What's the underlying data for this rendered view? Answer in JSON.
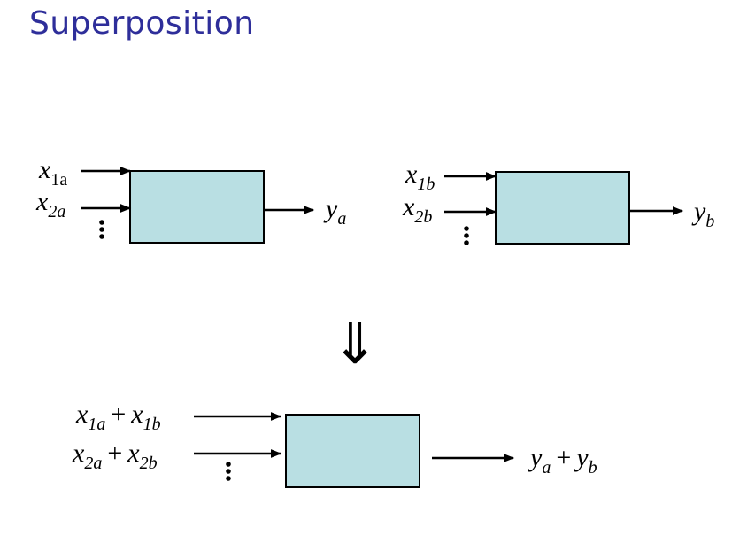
{
  "slide": {
    "title": "Superposition"
  },
  "colors": {
    "title": "#2e2e9a",
    "box_fill": "#b9dfe3",
    "stroke": "#000000"
  },
  "system_a": {
    "inputs": [
      {
        "var": "x",
        "sub": "1a"
      },
      {
        "var": "x",
        "sub": "2a"
      }
    ],
    "output": {
      "var": "y",
      "sub": "a"
    }
  },
  "system_b": {
    "inputs": [
      {
        "var": "x",
        "sub": "1b"
      },
      {
        "var": "x",
        "sub": "2b"
      }
    ],
    "output": {
      "var": "y",
      "sub": "b"
    }
  },
  "implies_symbol": "⇓",
  "combined": {
    "inputs": [
      {
        "a": {
          "var": "x",
          "sub": "1a"
        },
        "op": "+",
        "b": {
          "var": "x",
          "sub": "1b"
        }
      },
      {
        "a": {
          "var": "x",
          "sub": "2a"
        },
        "op": "+",
        "b": {
          "var": "x",
          "sub": "2b"
        }
      }
    ],
    "output": {
      "a": {
        "var": "y",
        "sub": "a"
      },
      "op": "+",
      "b": {
        "var": "y",
        "sub": "b"
      }
    }
  }
}
